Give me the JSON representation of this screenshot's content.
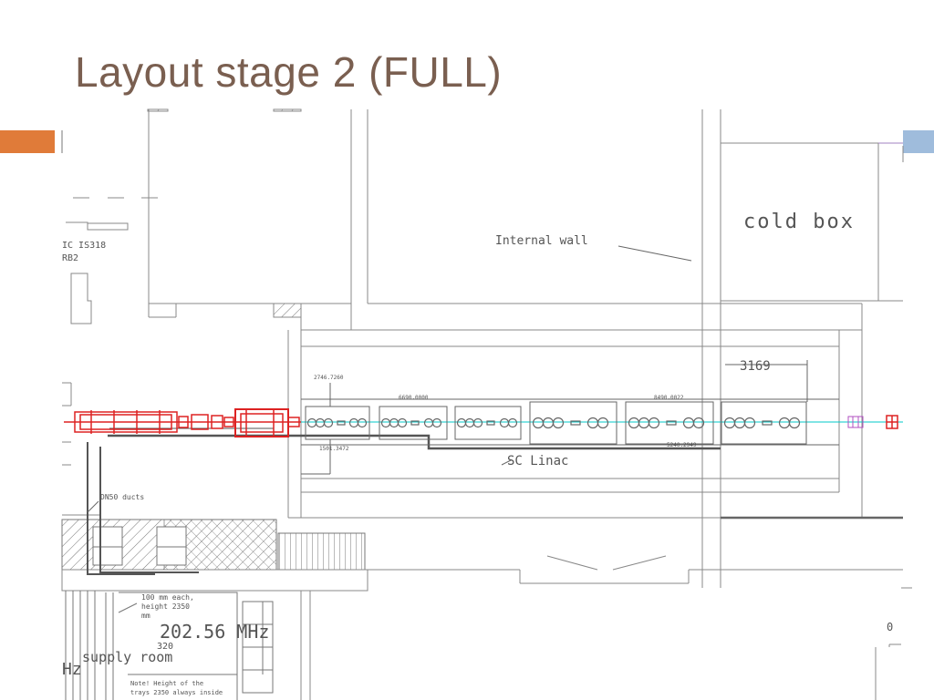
{
  "slide": {
    "title": "Layout stage 2 (FULL)",
    "accent_color": "#e07b39",
    "title_color": "#7a5f50",
    "right_accent_color": "#9fbcdc"
  },
  "drawing": {
    "cold_box": "cold box",
    "internal_wall": "Internal wall",
    "dim_3169": "3169",
    "sc_linac": "SC Linac",
    "dn50_ducts": "DN50 ducts",
    "frequency": "202.56  MHz",
    "supply_room": "supply room",
    "hz": "Hz",
    "ic_is318": "IC  IS318",
    "rb2": "RB2",
    "dim_2746": "2746.7260",
    "dim_6690": "6690.0000",
    "dim_8490": "8490.0022",
    "dim_1501": "1501.3472",
    "dim_5240": "5240.2949",
    "note_100mm_1": "100 mm each,",
    "note_100mm_2": "height 2350",
    "note_100mm_3": "mm",
    "num_320": "320",
    "note_height_1": "Note! Height of the",
    "note_height_2": "trays 2350 always inside",
    "zero": "0",
    "beam_color": "#00c8c8",
    "component_color": "#dd2222",
    "wall_color": "#888888"
  }
}
